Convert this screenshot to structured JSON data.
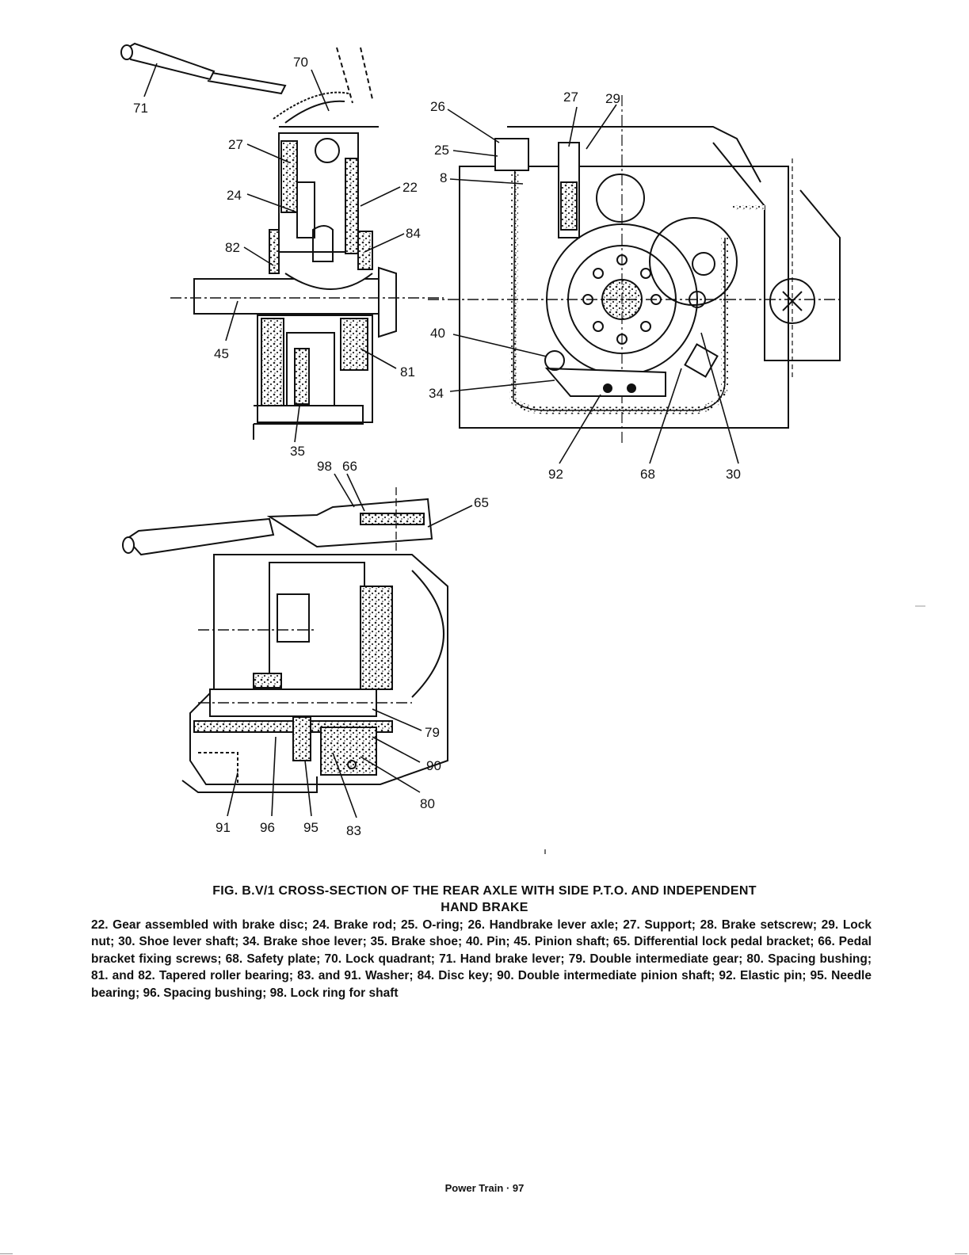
{
  "figure": {
    "callouts": {
      "c70": "70",
      "c71": "71",
      "c27a": "27",
      "c24": "24",
      "c22": "22",
      "c84": "84",
      "c82": "82",
      "c45": "45",
      "c81": "81",
      "c35": "35",
      "c26": "26",
      "c27b": "27",
      "c29": "29",
      "c25": "25",
      "c8": "8",
      "c40": "40",
      "c34": "34",
      "c92": "92",
      "c68": "68",
      "c30": "30",
      "c98": "98",
      "c66": "66",
      "c65": "65",
      "c79": "79",
      "c90": "90",
      "c80": "80",
      "c91": "91",
      "c96": "96",
      "c95": "95",
      "c83": "83"
    },
    "caption_line1": "FIG. B.V/1 CROSS-SECTION OF THE REAR AXLE WITH SIDE P.T.O. AND INDEPENDENT",
    "caption_line2": "HAND BRAKE"
  },
  "legend": "22. Gear assembled with brake disc; 24. Brake rod; 25. O-ring; 26. Handbrake lever axle; 27. Support; 28. Brake setscrew; 29. Lock nut; 30. Shoe lever shaft; 34. Brake shoe lever; 35. Brake shoe; 40. Pin; 45. Pinion shaft; 65. Differential lock pedal bracket; 66. Pedal bracket fixing screws; 68. Safety plate; 70. Lock quadrant; 71. Hand brake lever; 79. Double intermediate gear; 80. Spacing bushing; 81. and 82. Tapered roller bearing; 83. and 91. Washer; 84. Disc key; 90. Double intermediate pinion shaft; 92. Elastic pin; 95. Needle bearing; 96. Spacing bushing; 98. Lock ring for shaft",
  "footer": "Power Train · 97"
}
